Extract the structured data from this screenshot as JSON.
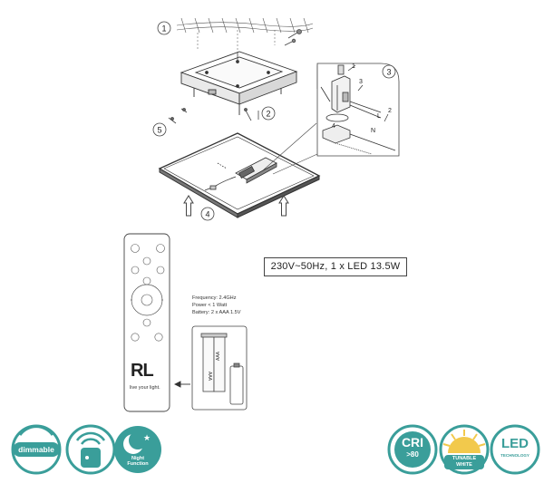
{
  "step_numbers": [
    "1",
    "2",
    "3",
    "4",
    "5"
  ],
  "wiring_labels": {
    "L": "L",
    "N": "N",
    "wire_2": "2",
    "wire_1": "1",
    "wire_3": "3",
    "wire_4": "4"
  },
  "spec_text": "230V~50Hz, 1 x LED 13.5W",
  "remote": {
    "brand": "RL",
    "tagline": "live your light.",
    "specs": [
      "Frequency: 2.4GHz",
      "Power < 1 Watt",
      "Battery: 2 x AAA 1.5V"
    ],
    "battery_label": "AAA"
  },
  "badges": [
    {
      "id": "dimmable",
      "label": "dimmable"
    },
    {
      "id": "remote-control",
      "label": ""
    },
    {
      "id": "night-function",
      "label": "Night Function"
    },
    {
      "id": "cri",
      "label": "CRI",
      "sub": ">80"
    },
    {
      "id": "tunable-white",
      "label": "TUNABLE WHITE"
    },
    {
      "id": "led-technology",
      "label": "LED",
      "sub": "TECHNOLOGY"
    }
  ],
  "colors": {
    "badge_teal": "#3a9e9a",
    "line": "#333333",
    "tunable_yellow": "#f2c94c"
  }
}
